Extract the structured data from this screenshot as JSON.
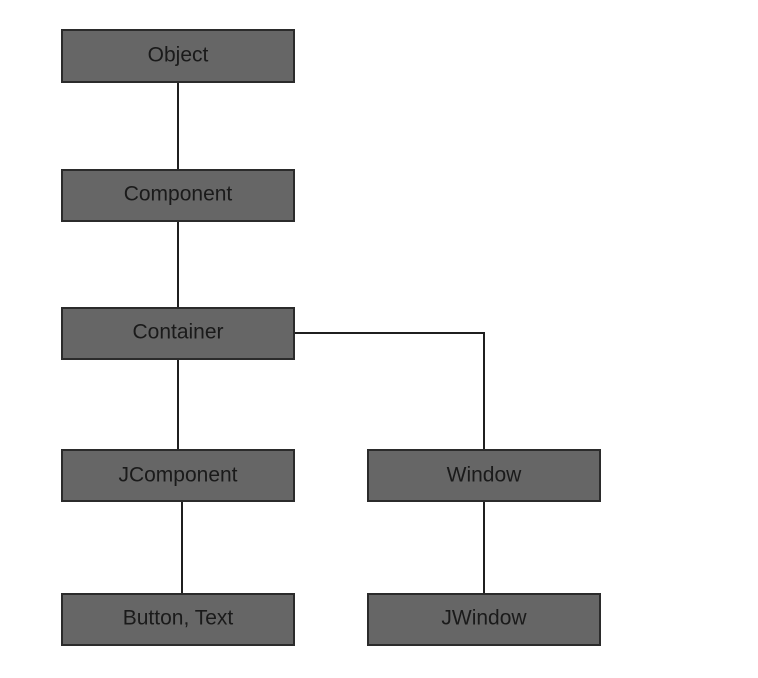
{
  "diagram": {
    "nodes": {
      "object": "Object",
      "component": "Component",
      "container": "Container",
      "jcomponent": "JComponent",
      "window": "Window",
      "button_text": "Button, Text",
      "jwindow": "JWindow"
    }
  },
  "colors": {
    "node_fill": "#666666",
    "node_border": "#2b2b2b",
    "connector": "#1f1f1f",
    "label": "#1a1a1a",
    "background": "#ffffff"
  }
}
